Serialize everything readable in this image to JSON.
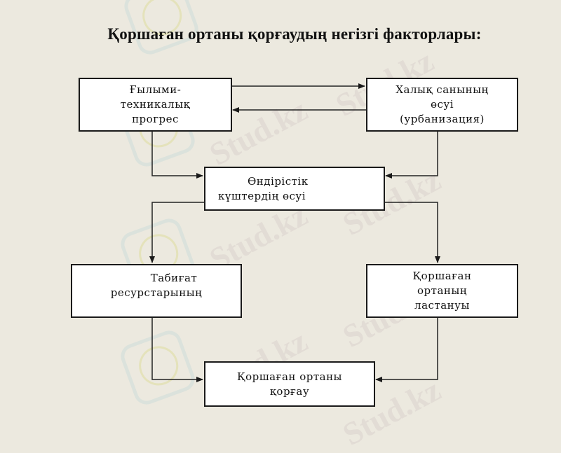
{
  "slide": {
    "title": "Қоршаған ортаны қорғаудың негізгі факторлары:",
    "background_color": "#ECE9DF",
    "watermark_text": "Stud.kz"
  },
  "diagram": {
    "nodes": [
      {
        "id": "scientific-progress",
        "lines": [
          "Ғылыми-",
          "техникалық",
          "прогрес"
        ]
      },
      {
        "id": "population-growth",
        "lines": [
          "Халық санының",
          "өсуі",
          "(урбанизация)"
        ]
      },
      {
        "id": "productive-forces-growth",
        "lines": [
          "Өндірістік",
          "күштердің өсуі"
        ]
      },
      {
        "id": "natural-resources",
        "lines": [
          "Табиғат",
          "ресурстарының"
        ]
      },
      {
        "id": "environmental-pollution",
        "lines": [
          "Қоршаған",
          "ортаның",
          "ластануы"
        ]
      },
      {
        "id": "environmental-protection",
        "lines": [
          "Қоршаған ортаны",
          "қорғау"
        ]
      }
    ],
    "edges": [
      {
        "from": "scientific-progress",
        "to": "population-growth"
      },
      {
        "from": "population-growth",
        "to": "scientific-progress"
      },
      {
        "from": "scientific-progress",
        "to": "productive-forces-growth"
      },
      {
        "from": "population-growth",
        "to": "productive-forces-growth"
      },
      {
        "from": "productive-forces-growth",
        "to": "natural-resources"
      },
      {
        "from": "productive-forces-growth",
        "to": "environmental-pollution"
      },
      {
        "from": "natural-resources",
        "to": "environmental-protection"
      },
      {
        "from": "environmental-pollution",
        "to": "environmental-protection"
      }
    ]
  }
}
